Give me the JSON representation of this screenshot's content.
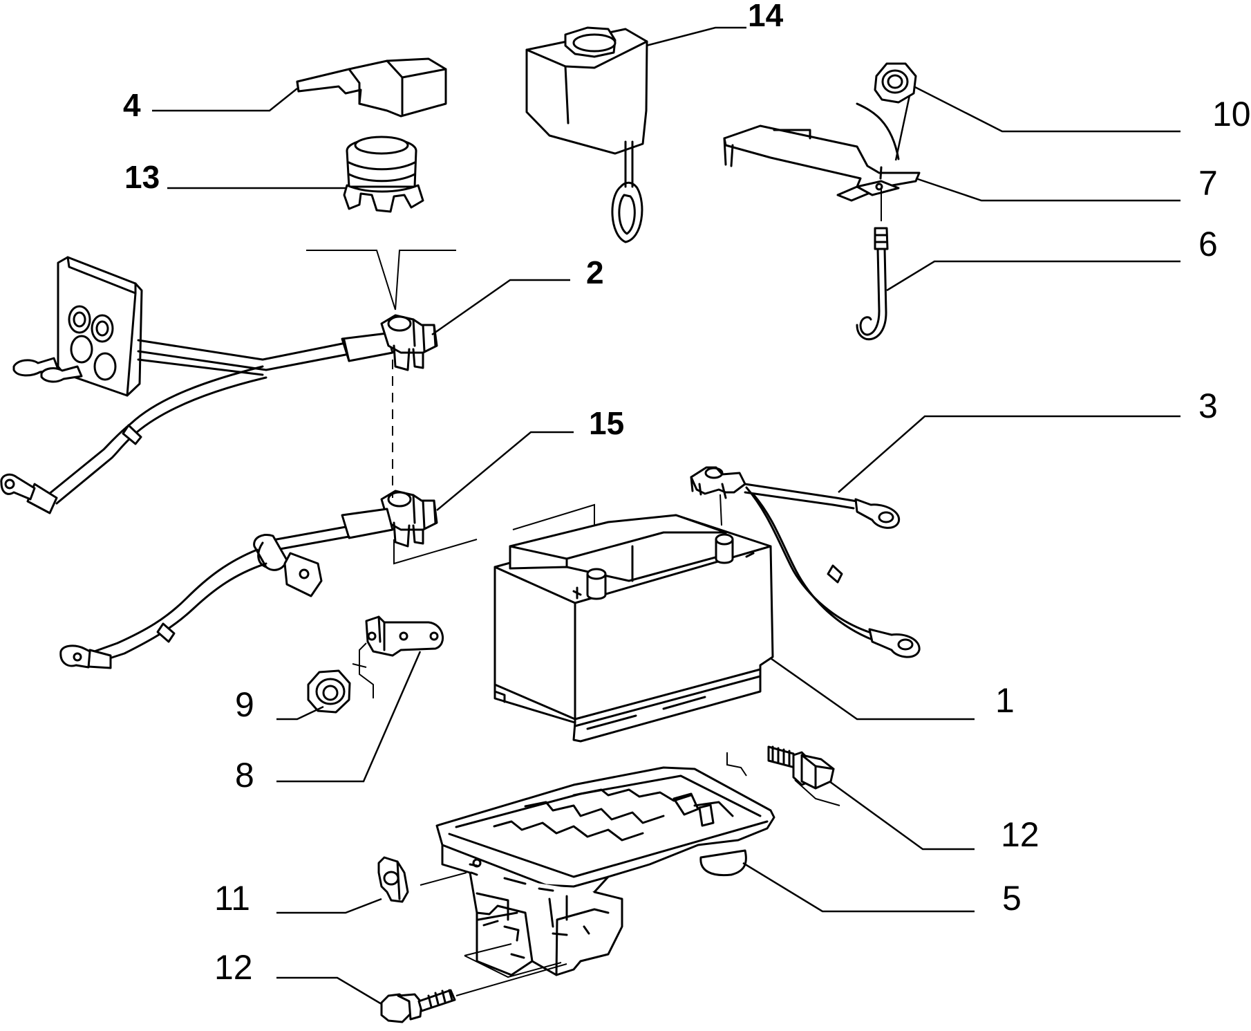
{
  "diagram": {
    "callouts": [
      {
        "id": "c14",
        "label": "14"
      },
      {
        "id": "c4",
        "label": "4"
      },
      {
        "id": "c13",
        "label": "13"
      },
      {
        "id": "c10",
        "label": "10"
      },
      {
        "id": "c7",
        "label": "7"
      },
      {
        "id": "c6",
        "label": "6"
      },
      {
        "id": "c2",
        "label": "2"
      },
      {
        "id": "c15",
        "label": "15"
      },
      {
        "id": "c3",
        "label": "3"
      },
      {
        "id": "c1",
        "label": "1"
      },
      {
        "id": "c9",
        "label": "9"
      },
      {
        "id": "c8",
        "label": "8"
      },
      {
        "id": "c12a",
        "label": "12"
      },
      {
        "id": "c5",
        "label": "5"
      },
      {
        "id": "c11",
        "label": "11"
      },
      {
        "id": "c12b",
        "label": "12"
      }
    ]
  }
}
